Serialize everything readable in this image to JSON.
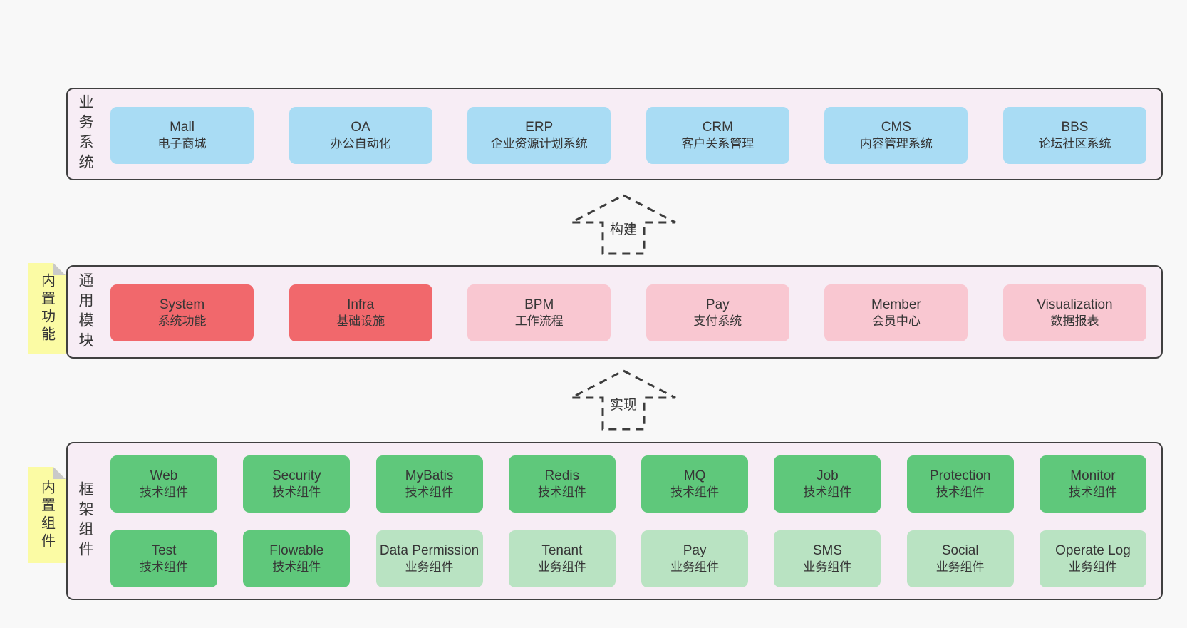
{
  "colors": {
    "page_bg": "#f8f8f8",
    "panel_bg": "#f7edf5",
    "panel_border": "#404040",
    "text": "#363636",
    "blue": "#a9dcf4",
    "red": "#f1686c",
    "pink": "#f9c7d1",
    "green": "#5fc87b",
    "light_green": "#b9e3c2",
    "note_yellow": "#fbfba4",
    "note_fold": "#c9c9c9",
    "arrow": "#3c3c3c"
  },
  "arrows": [
    {
      "label": "构建"
    },
    {
      "label": "实现"
    }
  ],
  "layers": {
    "business": {
      "label": "业务系统",
      "boxes": [
        {
          "title": "Mall",
          "subtitle": "电子商城",
          "variant": "blue"
        },
        {
          "title": "OA",
          "subtitle": "办公自动化",
          "variant": "blue"
        },
        {
          "title": "ERP",
          "subtitle": "企业资源计划系统",
          "variant": "blue"
        },
        {
          "title": "CRM",
          "subtitle": "客户关系管理",
          "variant": "blue"
        },
        {
          "title": "CMS",
          "subtitle": "内容管理系统",
          "variant": "blue"
        },
        {
          "title": "BBS",
          "subtitle": "论坛社区系统",
          "variant": "blue"
        }
      ]
    },
    "modules": {
      "label": "通用模块",
      "note": "内置功能",
      "boxes": [
        {
          "title": "System",
          "subtitle": "系统功能",
          "variant": "red"
        },
        {
          "title": "Infra",
          "subtitle": "基础设施",
          "variant": "red"
        },
        {
          "title": "BPM",
          "subtitle": "工作流程",
          "variant": "pink"
        },
        {
          "title": "Pay",
          "subtitle": "支付系统",
          "variant": "pink"
        },
        {
          "title": "Member",
          "subtitle": "会员中心",
          "variant": "pink"
        },
        {
          "title": "Visualization",
          "subtitle": "数据报表",
          "variant": "pink"
        }
      ]
    },
    "framework": {
      "label": "框架组件",
      "note": "内置组件",
      "rows": [
        [
          {
            "title": "Web",
            "subtitle": "技术组件",
            "variant": "green"
          },
          {
            "title": "Security",
            "subtitle": "技术组件",
            "variant": "green"
          },
          {
            "title": "MyBatis",
            "subtitle": "技术组件",
            "variant": "green"
          },
          {
            "title": "Redis",
            "subtitle": "技术组件",
            "variant": "green"
          },
          {
            "title": "MQ",
            "subtitle": "技术组件",
            "variant": "green"
          },
          {
            "title": "Job",
            "subtitle": "技术组件",
            "variant": "green"
          },
          {
            "title": "Protection",
            "subtitle": "技术组件",
            "variant": "green"
          },
          {
            "title": "Monitor",
            "subtitle": "技术组件",
            "variant": "green"
          }
        ],
        [
          {
            "title": "Test",
            "subtitle": "技术组件",
            "variant": "green"
          },
          {
            "title": "Flowable",
            "subtitle": "技术组件",
            "variant": "green"
          },
          {
            "title": "Data Permission",
            "subtitle": "业务组件",
            "variant": "light_green"
          },
          {
            "title": "Tenant",
            "subtitle": "业务组件",
            "variant": "light_green"
          },
          {
            "title": "Pay",
            "subtitle": "业务组件",
            "variant": "light_green"
          },
          {
            "title": "SMS",
            "subtitle": "业务组件",
            "variant": "light_green"
          },
          {
            "title": "Social",
            "subtitle": "业务组件",
            "variant": "light_green"
          },
          {
            "title": "Operate Log",
            "subtitle": "业务组件",
            "variant": "light_green"
          }
        ]
      ]
    }
  }
}
